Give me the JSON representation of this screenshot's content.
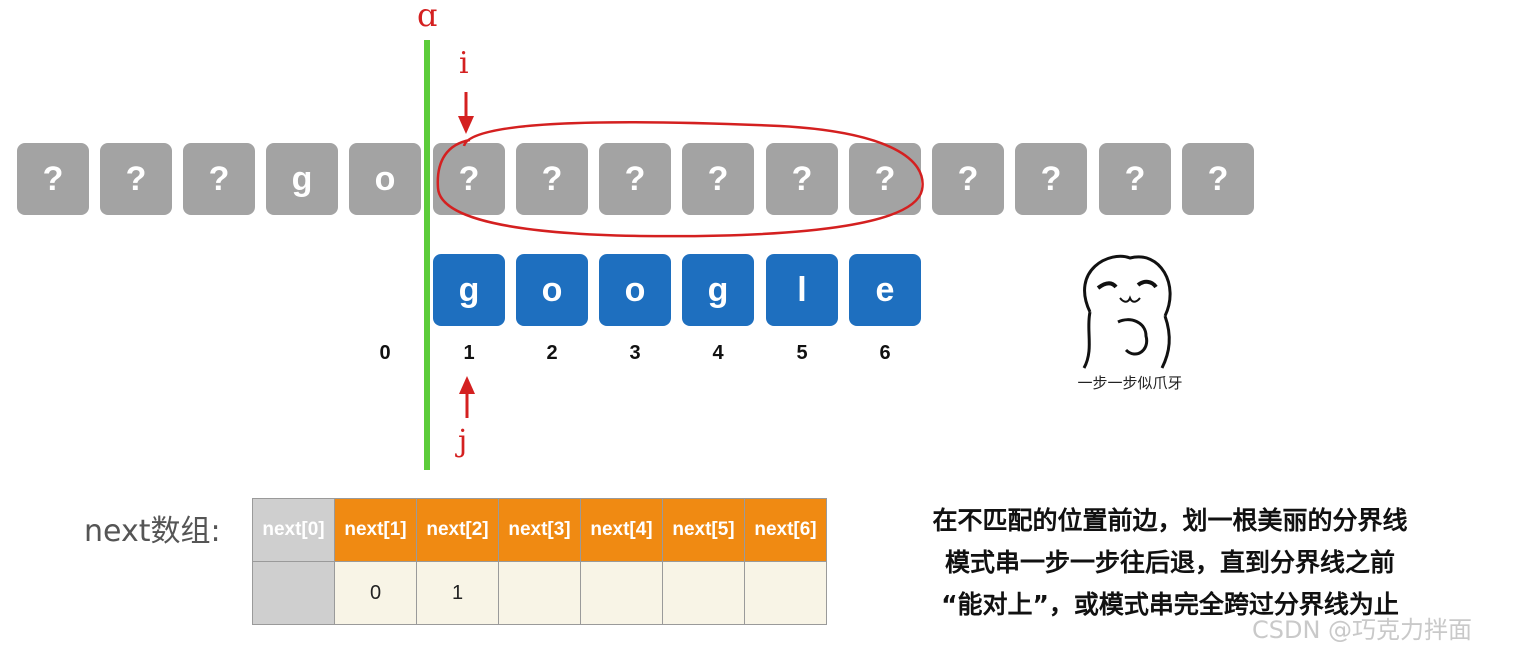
{
  "text_row": [
    "?",
    "?",
    "?",
    "g",
    "o",
    "?",
    "?",
    "?",
    "?",
    "?",
    "?",
    "?",
    "?",
    "?",
    "?"
  ],
  "pattern_row": [
    "g",
    "o",
    "o",
    "g",
    "l",
    "e"
  ],
  "indices": [
    "0",
    "1",
    "2",
    "3",
    "4",
    "5",
    "6"
  ],
  "markers": {
    "boundary": "ɑ",
    "i": "i",
    "j": "j"
  },
  "next_table": {
    "label": "next数组:",
    "headers": [
      "next[0]",
      "next[1]",
      "next[2]",
      "next[3]",
      "next[4]",
      "next[5]",
      "next[6]"
    ],
    "values": [
      "",
      "0",
      "1",
      "",
      "",
      "",
      ""
    ]
  },
  "explanation": [
    "在不匹配的位置前边，划一根美丽的分界线",
    "模式串一步一步往后退，直到分界线之前",
    "“能对上”，或模式串完全跨过分界线为止"
  ],
  "meme": {
    "caption": "一步一步似爪牙"
  },
  "watermark": "CSDN @巧克力拌面",
  "colors": {
    "text_cell": "#a3a3a3",
    "pattern_cell": "#1e6fbf",
    "boundary_line": "#5ccc3a",
    "annotation": "#d42020",
    "table_header": "#f08a12",
    "table_body": "#f8f4e6",
    "table_disabled": "#cfcfcf"
  }
}
